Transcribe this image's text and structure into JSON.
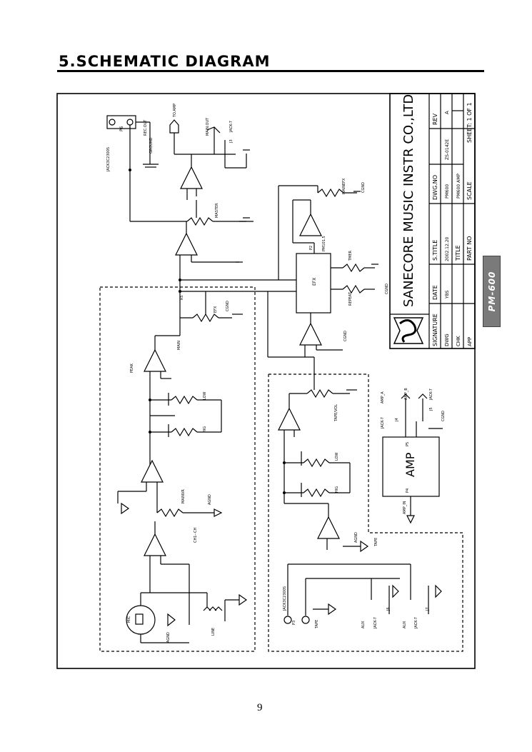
{
  "heading": "5.SCHEMATIC DIAGRAM",
  "page_number": "9",
  "side_tab": "PM-600",
  "title_block": {
    "company": "SANECORE MUSIC INSTR CO.,LTD",
    "signature_label": "SIGNATURE",
    "date_label": "DATE",
    "stitle_label": "S.TITLE",
    "dwgno_label": "DWG.NO",
    "rev_label": "REV",
    "rev_value": "A",
    "dwg_label": "DWG",
    "dwg_value": "YBS",
    "date_value": "2002.12.20",
    "model_value": "PM600",
    "dwgno_value": "ZS-0142E",
    "title_label": "TITLE",
    "title_value": "PM600 AMP",
    "chk_label": "CHK",
    "app_label": "APP",
    "partno_label": "PART NO",
    "scale_label": "SCALE",
    "sheet_label": "SHEET: 1 OF 1"
  },
  "labels": {
    "p6": "P6",
    "jack_p6": "JACK3C2300S",
    "rec_out": "REC.OUT",
    "ground": "GROUND",
    "to_amp": "TO.AMP",
    "main_out": "MAIN.OUT",
    "jack7_j3": "JACK-7",
    "j3": "J3",
    "master": "MASTER",
    "mainefx": "MAINEFX",
    "cgnd": "CGND",
    "pm101": "PM101.5",
    "p2": "P2",
    "tmer": "TMER",
    "repeat": "REPEAT",
    "efx_block": "EFX",
    "efx_pot": "EFX",
    "main": "MAIN",
    "peak": "PEAK",
    "low": "LOW",
    "high": "HIG",
    "mainvr": "MAINVR",
    "agnd": "AGND",
    "ch1": "CH1--CH",
    "tape_vol": "TAPE/VOL",
    "low2": "LOW",
    "high2": "HIG",
    "tape": "TAPE",
    "tape2": "TAPE",
    "jack_p3": "JACK3C2300S",
    "p3": "P3",
    "amp": "AMP",
    "amp_a": "AMP_A",
    "amp_b": "AMP_B",
    "amp_in": "AMP_IN",
    "p4": "P4",
    "p5": "P5",
    "jack7_j4": "JACK-7",
    "j4": "J4",
    "jack7_j5": "JACK-7",
    "j5": "J5",
    "jack7_j6": "JACK-7",
    "j6": "J6",
    "jack7_j7": "JACK-7",
    "j7": "J7",
    "aux1": "AUX",
    "aux2": "AUX",
    "mic": "MIC",
    "line": "LINE",
    "r_efx": "R5"
  }
}
